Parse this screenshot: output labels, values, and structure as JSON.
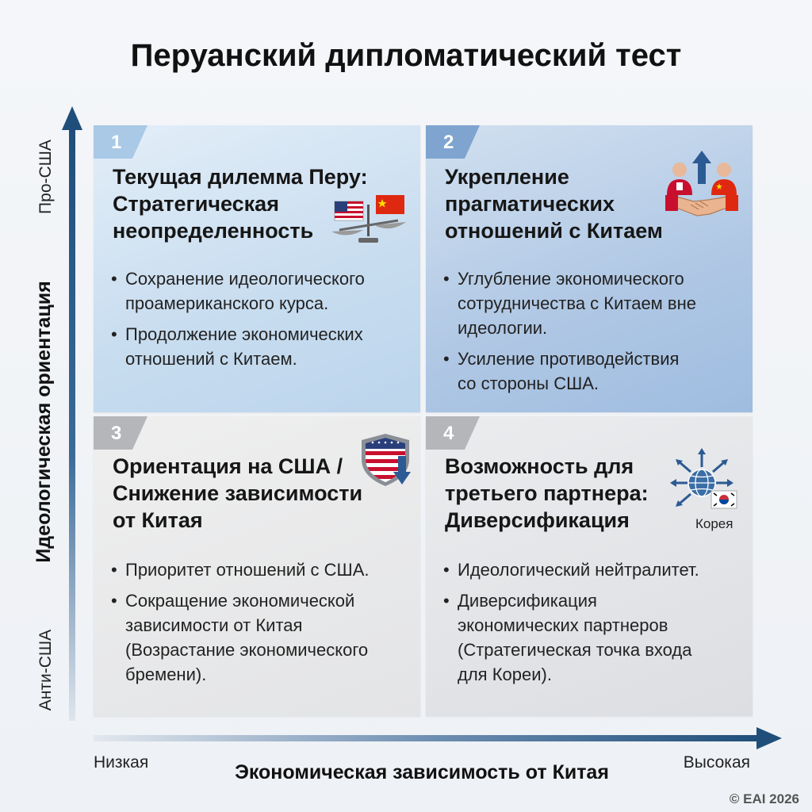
{
  "title": "Перуанский дипломатический тест",
  "y_axis": {
    "title": "Идеологическая ориентация",
    "top_label": "Про-США",
    "bottom_label": "Анти-США"
  },
  "x_axis": {
    "title": "Экономическая зависимость от Китая",
    "low_label": "Низкая",
    "high_label": "Высокая"
  },
  "quadrants": [
    {
      "number": "1",
      "heading": [
        "Текущая дилемма Перу:",
        "Стратегическая",
        "неопределенность"
      ],
      "bullets": [
        [
          "Сохранение идеологического",
          "проамериканского курса."
        ],
        [
          "Продолжение экономических",
          "отношений с Китаем."
        ]
      ],
      "icon": "balance-scale-flags-icon"
    },
    {
      "number": "2",
      "heading": [
        "Укрепление",
        "прагматических",
        "отношений с Китаем"
      ],
      "bullets": [
        [
          "Углубление экономического",
          "сотрудничества с Китаем вне",
          "идеологии."
        ],
        [
          "Усиление противодействия",
          "со стороны США."
        ]
      ],
      "icon": "handshake-icon"
    },
    {
      "number": "3",
      "heading": [
        "Ориентация на США /",
        "Снижение зависимости",
        "от Китая"
      ],
      "bullets": [
        [
          "Приоритет отношений с США."
        ],
        [
          "Сокращение экономической",
          "зависимости от Китая",
          "(Возрастание экономического",
          "бремени)."
        ]
      ],
      "icon": "us-shield-down-icon"
    },
    {
      "number": "4",
      "heading": [
        "Возможность для",
        "третьего партнера:",
        "Диверсификация"
      ],
      "bullets": [
        [
          "Идеологический нейтралитет."
        ],
        [
          "Диверсификация",
          "экономических партнеров",
          "(Стратегическая точка входа",
          "для Кореи)."
        ]
      ],
      "icon": "globe-arrows-icon",
      "icon_label": "Корея"
    }
  ],
  "copyright": "© EAI 2026",
  "colors": {
    "axis": "#1f4e7a",
    "q1": "#c7dcef",
    "q2": "#afc7e4",
    "q3": "#e3e4e6",
    "q4": "#dcdee2"
  }
}
